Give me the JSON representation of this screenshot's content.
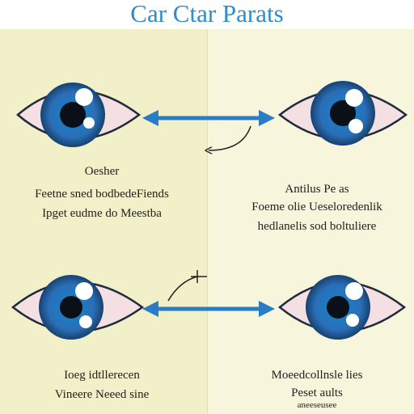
{
  "header": {
    "title": "Car Ctar Parats"
  },
  "panels": {
    "top_left": {
      "heading": "Oesher",
      "lines": [
        "Feetne sned bodbedeFiends",
        "Ipget eudme do Meestba"
      ]
    },
    "top_right": {
      "heading": "Antilus Pe as",
      "lines": [
        "Foeme olie Ueseloredenlik",
        "hedlanelis sod boltuliere"
      ]
    },
    "bottom_left": {
      "heading": "Ioeg idtllerecen",
      "lines": [
        "Vineere Neeed sine"
      ]
    },
    "bottom_right": {
      "heading": "Moeedcollnsle lies",
      "lines": [
        "Peset aults",
        "aneeseusee"
      ]
    }
  },
  "colors": {
    "title": "#2c8ccd",
    "arrow": "#2a7cc4",
    "iris": "#2a6fb8",
    "eye_white": "#f4dfe2",
    "outline": "#1f2b3c"
  },
  "icons": [
    "eye-icon",
    "double-arrow-icon",
    "curved-arrow-icon"
  ]
}
